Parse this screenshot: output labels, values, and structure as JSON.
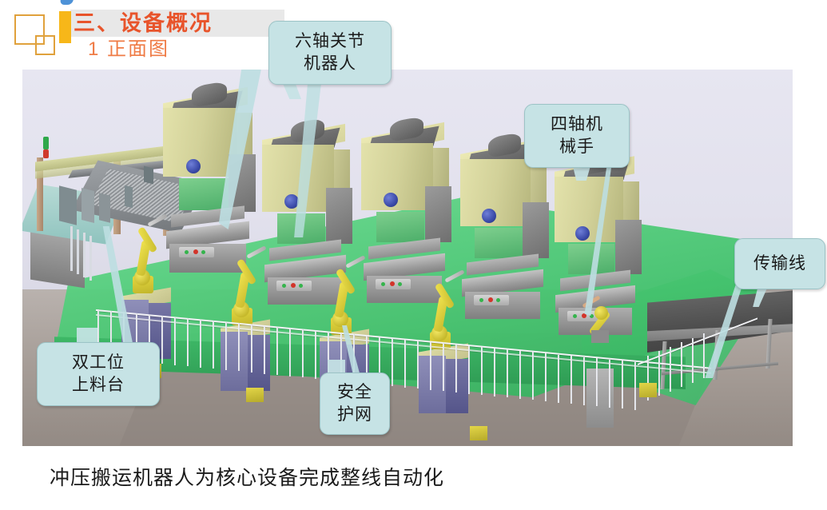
{
  "header": {
    "title": "三、设备概况",
    "subtitle": "1  正面图",
    "accent_bar_color": "#f7b719",
    "title_color": "#e8542b",
    "subtitle_color": "#ef7b45",
    "band_color": "#e8e8e8",
    "square_outline_color": "#e0a13c"
  },
  "figure": {
    "alt": "冲压自动化生产线正面三维效果图",
    "callout_fill": "#c6e3e5",
    "callout_border": "#9cc3c6",
    "platform_color": "#43c26d",
    "press_color": "#d2d199",
    "robot_color": "#e5d83f",
    "pedestal_color": "#6d6d9c",
    "conveyor_color": "#4e4e4e",
    "floor_color": "#9a928c"
  },
  "callouts": [
    {
      "id": "six-axis-robot",
      "label": "六轴关节\n机器人",
      "target": "robot"
    },
    {
      "id": "four-axis-manipulator",
      "label": "四轴机\n械手",
      "target": "manipulator"
    },
    {
      "id": "conveyor-line",
      "label": "传输线",
      "target": "conveyor"
    },
    {
      "id": "dual-station-loader",
      "label": "双工位\n上料台",
      "target": "loading-station"
    },
    {
      "id": "safety-fence",
      "label": "安全\n护网",
      "target": "fence"
    }
  ],
  "caption": "冲压搬运机器人为核心设备完成整线自动化"
}
